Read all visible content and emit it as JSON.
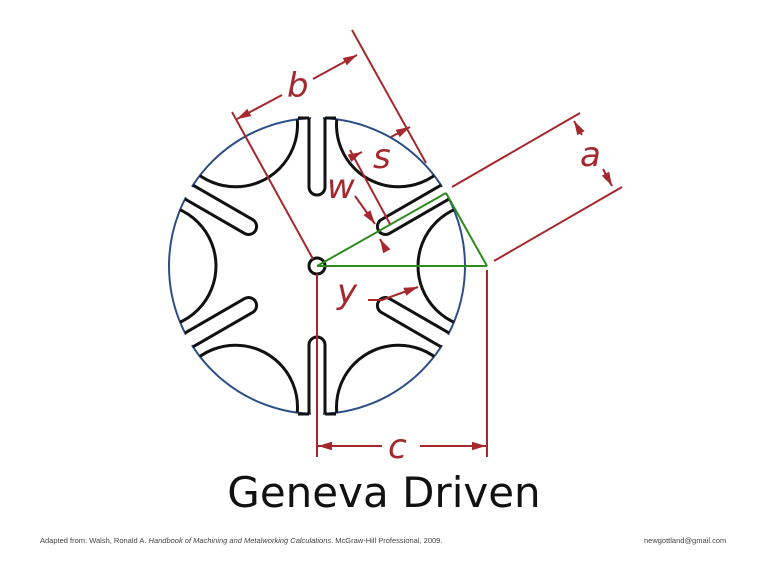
{
  "title": "Geneva Driven",
  "credit": {
    "prefix": "Adapted from:  Walsh, Ronald A. ",
    "book": "Handbook of Machining and Metalworking Calculations",
    "suffix": ". McGraw-Hill Professional, 2009."
  },
  "email": "newgottland@gmail.com",
  "diagram": {
    "labels": {
      "a": "a",
      "b": "b",
      "c": "c",
      "s": "s",
      "w": "w",
      "y": "y"
    },
    "colors": {
      "dimension": "#a5282e",
      "wheel_outline": "#2b4f86",
      "part": "#111111",
      "construction": "#2e8b1e"
    },
    "slot_count": 6
  }
}
